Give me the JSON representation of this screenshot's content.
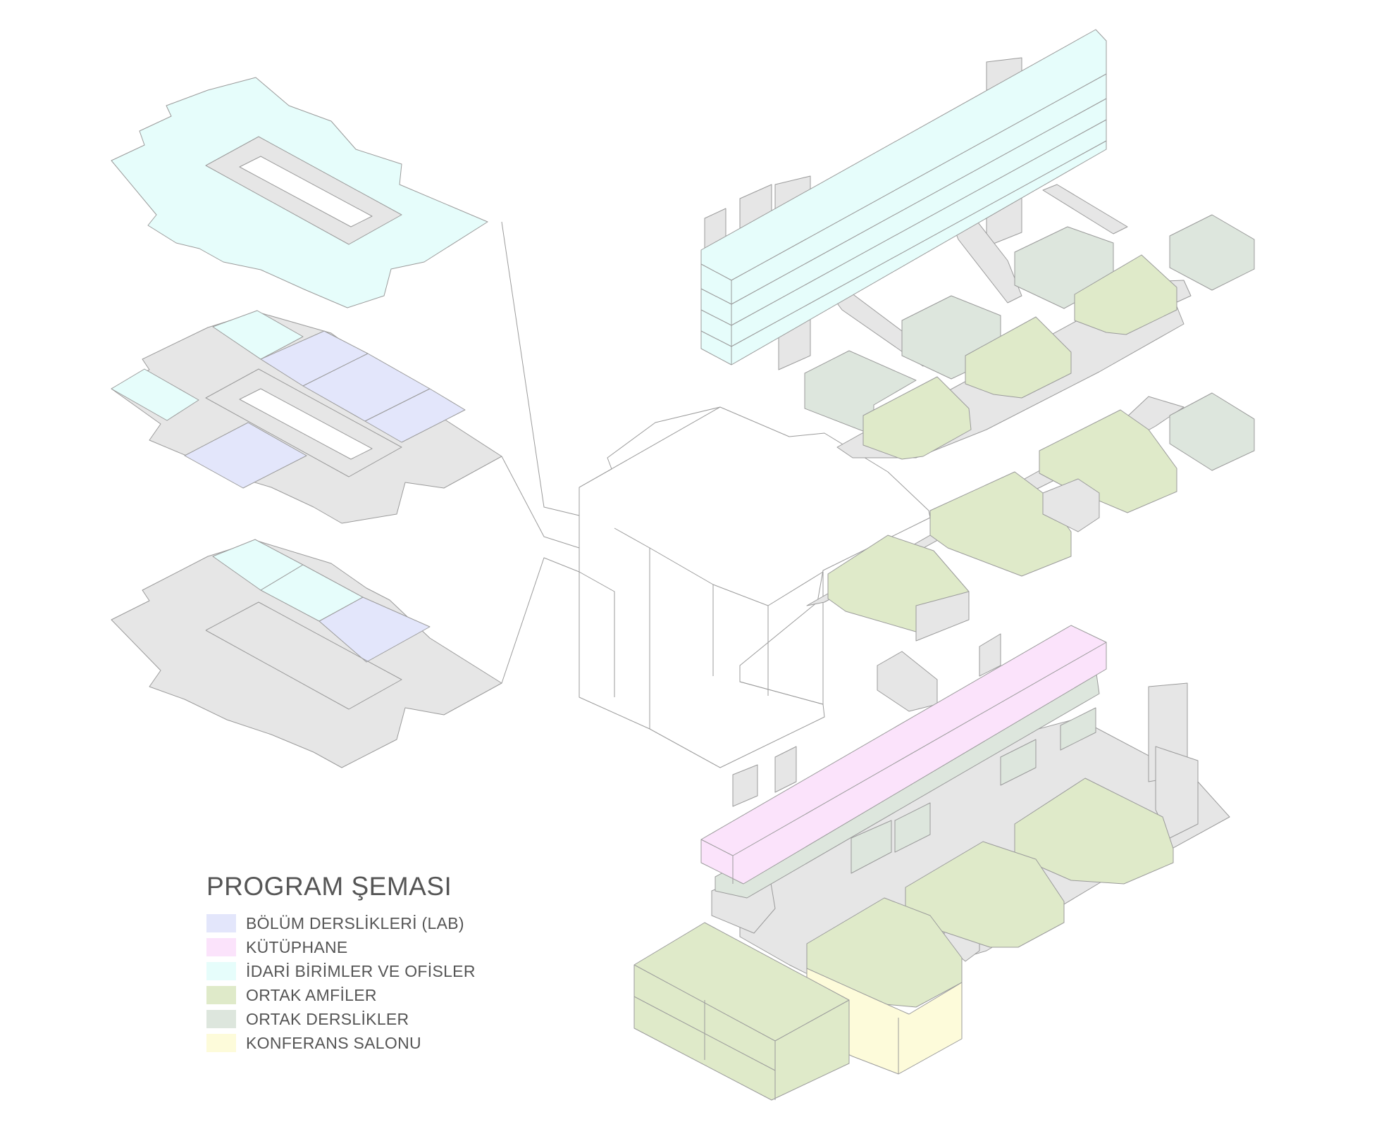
{
  "legend": {
    "title": "PROGRAM ŞEMASI",
    "items": [
      {
        "label": "BÖLÜM DERSLİKLERİ (LAB)",
        "color": "#e3e6fb"
      },
      {
        "label": "KÜTÜPHANE",
        "color": "#fbe3fb"
      },
      {
        "label": "İDARİ BİRİMLER VE OFİSLER",
        "color": "#e6fdfb"
      },
      {
        "label": "ORTAK AMFİLER",
        "color": "#dfeac9"
      },
      {
        "label": "ORTAK DERSLİKLER",
        "color": "#dde6dd"
      },
      {
        "label": "KONFERANS SALONU",
        "color": "#fdfbda"
      }
    ]
  },
  "colors": {
    "lab": "#e3e6fb",
    "library": "#fbe3fb",
    "admin": "#e6fdfb",
    "amphi": "#dfeac9",
    "classroom": "#dde6dd",
    "conference": "#fdfbda",
    "structure": "#e6e6e6",
    "line": "#9a9a9a"
  }
}
